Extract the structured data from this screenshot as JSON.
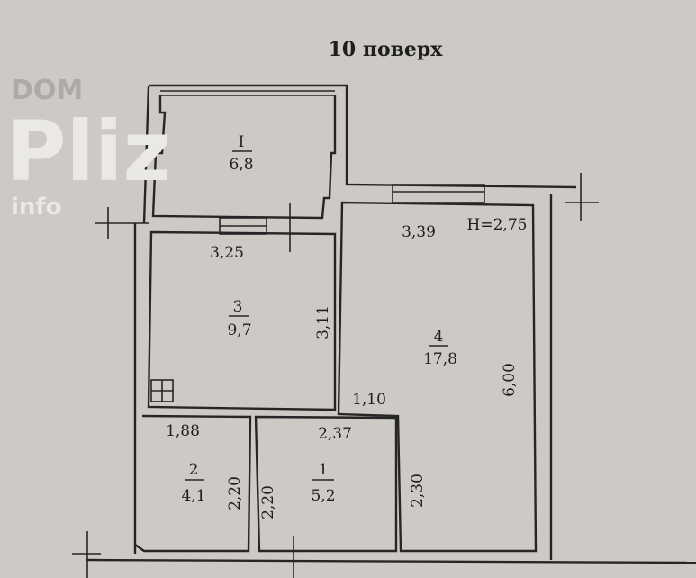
{
  "title": "10 поверх",
  "ceiling_height": "H=2,75",
  "rooms": [
    {
      "number": "I",
      "area": "6,8"
    },
    {
      "number": "3",
      "area": "9,7"
    },
    {
      "number": "4",
      "area": "17,8"
    },
    {
      "number": "2",
      "area": "4,1"
    },
    {
      "number": "1",
      "area": "5,2"
    }
  ],
  "dimensions": {
    "room3_width": "3,25",
    "room3_depth": "3,11",
    "room4_width": "3,39",
    "room4_depth": "6,00",
    "hall_notch": "1,10",
    "room2_width": "1,88",
    "room2_depth": "2,20",
    "room1_width": "2,37",
    "room1_depth": "2,20",
    "hall_depth": "2,30"
  },
  "watermark": {
    "top": "DOM",
    "main": "Pliz",
    "suffix": "info"
  }
}
